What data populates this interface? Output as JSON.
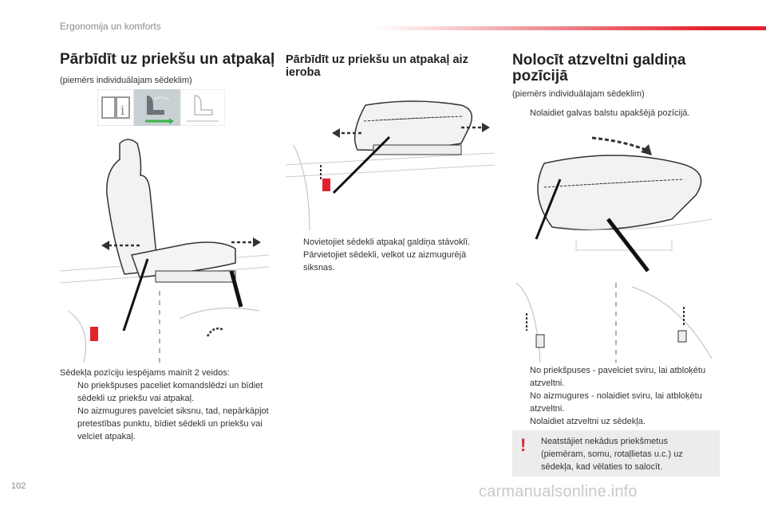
{
  "header": {
    "section_title": "Ergonomija un komforts"
  },
  "column1": {
    "title": "Pārbīdīt uz priekšu un atpakaļ",
    "subtitle": "(piemērs individuālajam sēdeklim)",
    "body_intro": "Sēdekļa pozīciju iespējams mainīt 2 veidos:",
    "bullets": [
      "No priekšpuses paceliet komandslēdzi un bīdiet sēdekli uz priekšu vai atpakaļ.",
      "No aizmugures pavelciet siksnu, tad, nepārkāpjot pretestības punktu, bīdiet sēdekli un priekšu vai velciet atpakaļ."
    ]
  },
  "column2": {
    "title": "Pārbīdīt uz priekšu un atpakaļ aiz ieroba",
    "bullets": [
      "Novietojiet sēdekli atpakaļ galdiņa stāvoklī.",
      "Pārvietojiet sēdekli, velkot uz aizmugurējā siksnas."
    ]
  },
  "column3": {
    "title": "Nolocīt atzveltni galdiņa pozīcijā",
    "subtitle": "(piemērs individuālajam sēdeklim)",
    "bullets_top": [
      "Nolaidiet galvas balstu apakšējā pozīcijā."
    ],
    "bullets_bottom": [
      "No priekšpuses - pavelciet sviru, lai atbloķētu atzveltni.",
      "No aizmugures - nolaidiet sviru, lai atbloķētu atzveltni.",
      "Nolaidiet atzveltni uz sēdekļa."
    ],
    "warning": {
      "mark": "!",
      "text": "Neatstājiet nekādus priekšmetus (piemēram, somu, rotaļlietas u.c.) uz sēdekļa, kad vēlaties to salocīt."
    }
  },
  "bullet_mark": "",
  "footer": {
    "page_number": "102",
    "watermark": "carmanualsonline.info"
  },
  "colors": {
    "accent": "#e2232e",
    "icon_bg": "#c9d0d4",
    "arrow_green": "#3cb44b"
  }
}
